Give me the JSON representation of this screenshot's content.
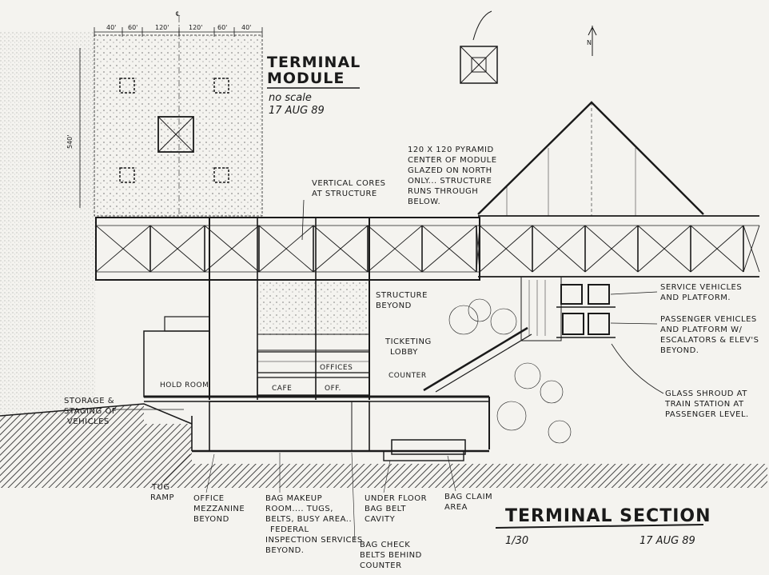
{
  "module": {
    "title_line1": "TERMINAL",
    "title_line2": "MODULE",
    "scale": "no scale",
    "date": "17 AUG 89",
    "dimensions_top": [
      "40'",
      "60'",
      "120'",
      "120'",
      "60'",
      "40'"
    ],
    "dimension_side": "540'",
    "centerline": "℄"
  },
  "north_label": "N",
  "pyramid_note": [
    "120 X 120 PYRAMID",
    "CENTER OF MODULE",
    "GLAZED ON NORTH",
    "ONLY... STRUCTURE",
    "RUNS THROUGH",
    "BELOW."
  ],
  "cores_note": [
    "VERTICAL CORES",
    "AT STRUCTURE"
  ],
  "structure_beyond": [
    "STRUCTURE",
    "BEYOND"
  ],
  "ticketing_lobby": [
    "TICKETING",
    "LOBBY"
  ],
  "rooms": {
    "offices": "OFFICES",
    "cafe": "CAFE",
    "off": "OFF.",
    "counter": "COUNTER",
    "hold_room": "HOLD ROOM"
  },
  "right_notes": {
    "service": [
      "SERVICE VEHICLES",
      "AND PLATFORM."
    ],
    "passenger": [
      "PASSENGER VEHICLES",
      "AND PLATFORM W/",
      "ESCALATORS & ELEV'S",
      "BEYOND."
    ],
    "glass": [
      "GLASS SHROUD AT",
      "TRAIN STATION AT",
      "PASSENGER LEVEL."
    ]
  },
  "storage_note": [
    "STORAGE &",
    "STAGING OF",
    "VEHICLES"
  ],
  "bottom_notes": {
    "tug": [
      "TUG",
      "RAMP"
    ],
    "office": [
      "OFFICE",
      "MEZZANINE",
      "BEYOND"
    ],
    "bag_makeup": [
      "BAG MAKEUP",
      "ROOM.... TUGS,",
      "BELTS, BUSY AREA..",
      "FEDERAL",
      "INSPECTION SERVICES",
      "BEYOND."
    ],
    "underfloor": [
      "UNDER FLOOR",
      "BAG BELT",
      "CAVITY"
    ],
    "bag_check": [
      "BAG CHECK",
      "BELTS BEHIND",
      "COUNTER"
    ],
    "bag_claim": [
      "BAG CLAIM",
      "AREA"
    ]
  },
  "section_title": "TERMINAL SECTION",
  "section_scale": "1/30",
  "section_date": "17 AUG 89"
}
